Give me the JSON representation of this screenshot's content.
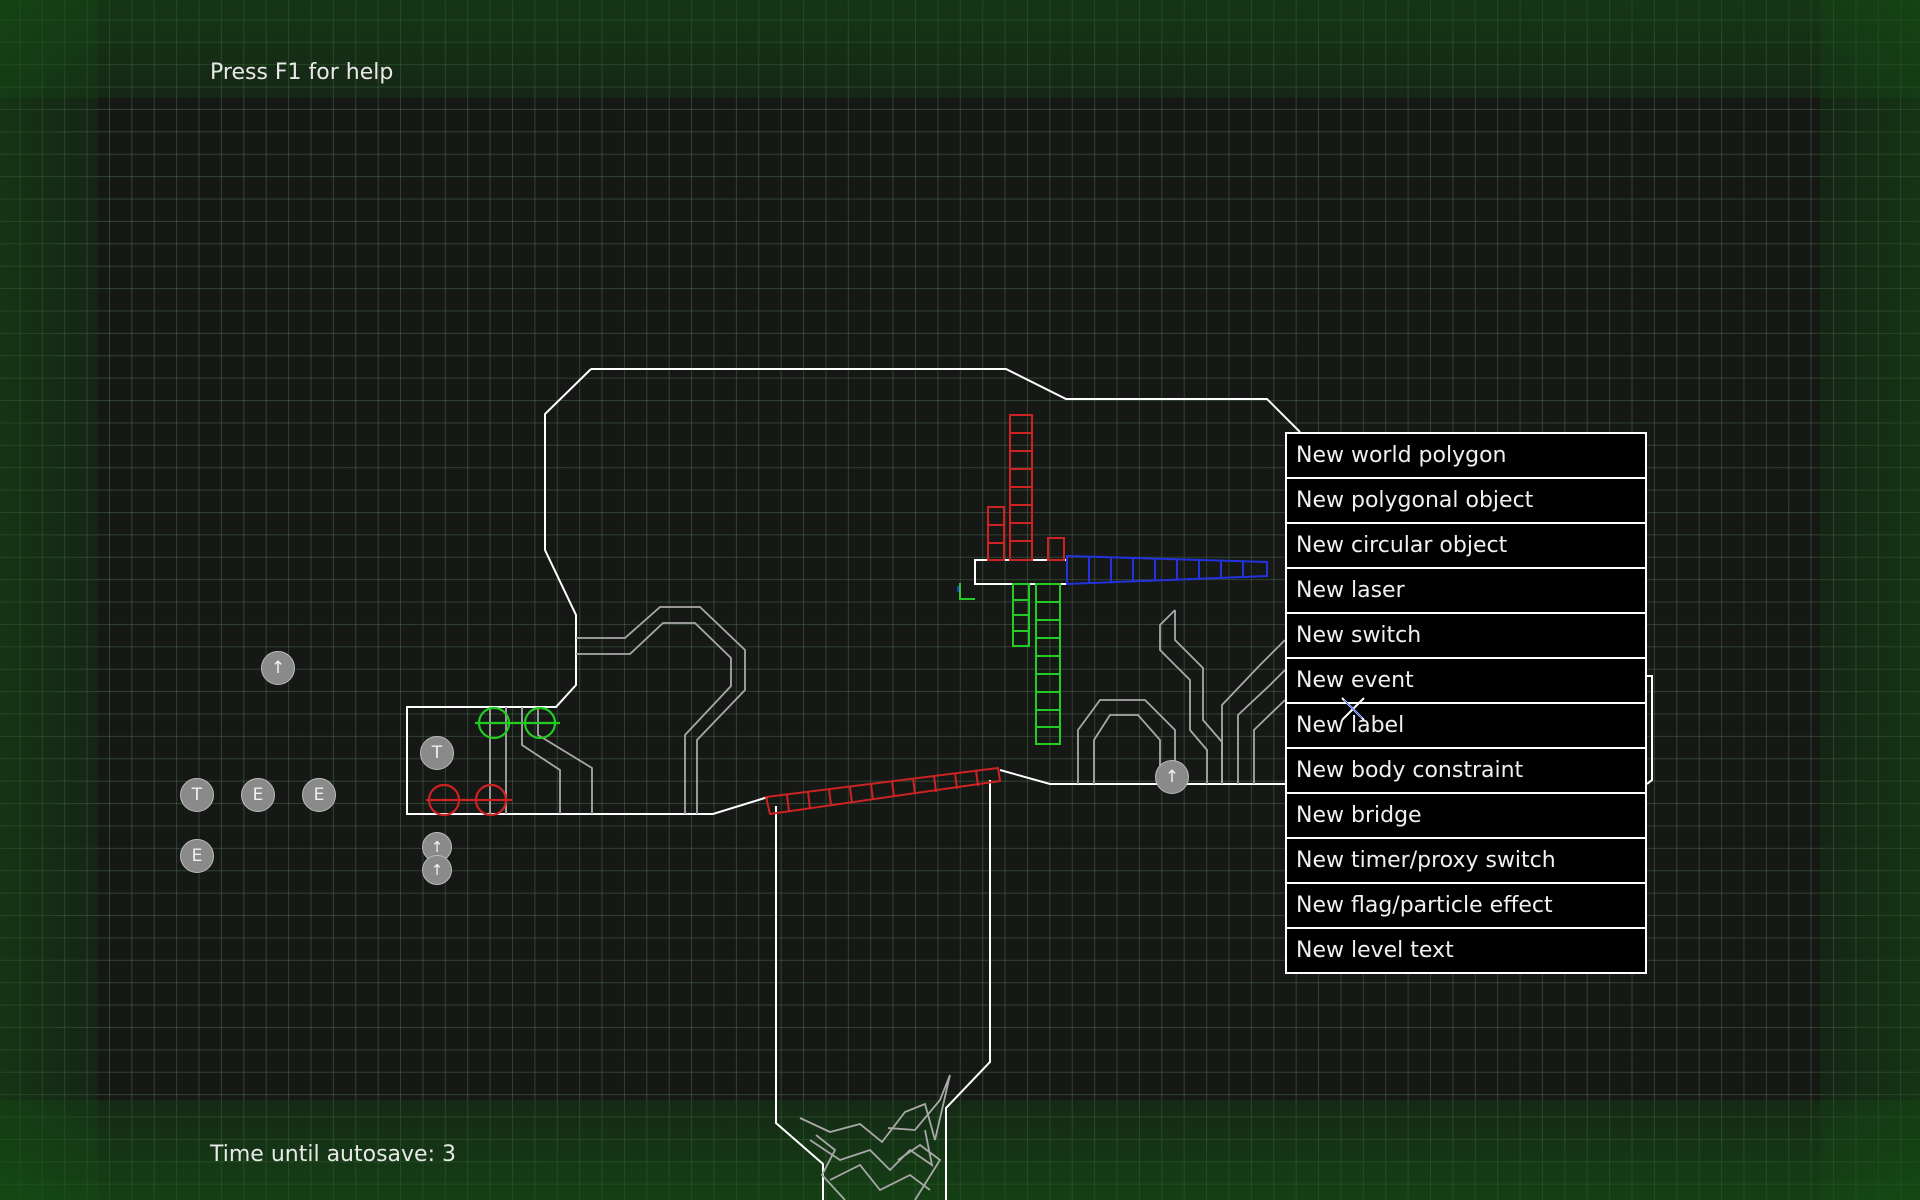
{
  "hud": {
    "help_text": "Press F1 for help",
    "autosave_text": "Time until autosave: 3"
  },
  "markers": {
    "t1": "↑",
    "t2": "T",
    "t3": "↑",
    "t4": "↑",
    "t5": "↑",
    "trigger_left": "T",
    "event_1": "E",
    "event_2": "E",
    "event_3": "E"
  },
  "context_menu": {
    "items": [
      "New world polygon",
      "New polygonal object",
      "New circular object",
      "New laser",
      "New switch",
      "New event",
      "New label",
      "New body constraint",
      "New bridge",
      "New timer/proxy switch",
      "New flag/particle effect",
      "New level text"
    ]
  },
  "colors": {
    "background": "#161816",
    "grid": "#4f6f4f",
    "world_outline": "#ffffff",
    "detail_outline": "#a8a8a8",
    "physics_red": "#cc2222",
    "physics_green": "#22cc22",
    "physics_blue": "#2233dd",
    "menu_bg": "#000000",
    "menu_border": "#ffffff"
  }
}
